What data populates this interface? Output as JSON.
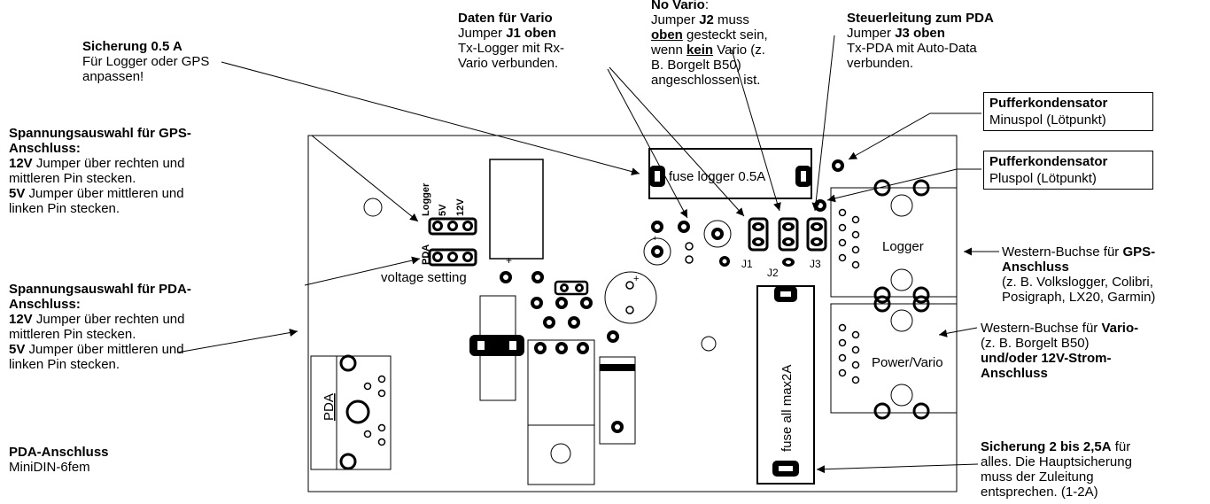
{
  "labels": {
    "sicherung_logger": {
      "title": "Sicherung 0.5 A",
      "l1": "Für Logger oder GPS",
      "l2": "anpassen!"
    },
    "daten_vario": {
      "title": "Daten für Vario",
      "l1a": "Jumper ",
      "l1b": "J1 oben",
      "l2": "Tx-Logger mit Rx-",
      "l3": "Vario verbunden."
    },
    "no_vario": {
      "title": "No Vario",
      "colon": ":",
      "l1a": "Jumper ",
      "l1b": "J2",
      "l1c": " muss",
      "l2a": "oben",
      "l2b": " gesteckt sein,",
      "l3a": "wenn ",
      "l3b": "kein",
      "l3c": " Vario (z.",
      "l4": "B. Borgelt B50)",
      "l5": "angeschlossen ist."
    },
    "steuerleitung": {
      "title": "Steuerleitung zum PDA",
      "l1a": "Jumper ",
      "l1b": "J3 oben",
      "l2": "Tx-PDA mit Auto-Data",
      "l3": "verbunden."
    },
    "puffer_minus": {
      "title": "Pufferkondensator",
      "l1": "Minuspol (Lötpunkt)"
    },
    "puffer_plus": {
      "title": "Pufferkondensator",
      "l1": "Pluspol (Lötpunkt)"
    },
    "gps_spannung": {
      "t1": "Spannungsauswahl für GPS-",
      "t2": "Anschluss:",
      "l1a": "12V",
      "l1b": " Jumper über rechten und",
      "l2": "mittleren Pin stecken.",
      "l3a": "5V",
      "l3b": " Jumper über mittleren und",
      "l4": "linken Pin stecken."
    },
    "pda_spannung": {
      "t1": "Spannungsauswahl für PDA-",
      "t2": "Anschluss:",
      "l1a": "12V",
      "l1b": " Jumper über rechten und",
      "l2": "mittleren Pin stecken.",
      "l3a": "5V",
      "l3b": " Jumper über mittleren und",
      "l4": "linken Pin stecken."
    },
    "pda_anschluss": {
      "title": "PDA-Anschluss",
      "l1": "MiniDIN-6fem"
    },
    "western_gps": {
      "l1a": "Western-Buchse für ",
      "l1b": "GPS-",
      "l2": "Anschluss",
      "l3": "(z. B. Volkslogger, Colibri,",
      "l4": "Posigraph, LX20, Garmin)"
    },
    "western_vario": {
      "l1a": "Western-Buchse für ",
      "l1b": "Vario-",
      "l2": "(z. B. Borgelt B50)",
      "l3": "und/oder 12V-Strom-",
      "l4": "Anschluss"
    },
    "sicherung_all": {
      "l1a": "Sicherung 2 bis 2,5A",
      "l1b": " für",
      "l2": "alles. Die Hauptsicherung",
      "l3": "muss der Zuleitung",
      "l4": "entsprechen. (1-2A)"
    }
  },
  "pcb": {
    "fuse_logger": "fuse logger 0.5A",
    "fuse_all": "fuse all max2A",
    "logger": "Logger",
    "power_vario": "Power/Vario",
    "pda": "PDA",
    "voltage_setting": "voltage setting",
    "logger_vert": "Logger",
    "pda_vert": "PDA",
    "v5": "5V",
    "v12": "12V",
    "j1": "J1",
    "j2": "J2",
    "j3": "J3",
    "plus1": "+",
    "plus2": "+",
    "plus3": "+"
  }
}
